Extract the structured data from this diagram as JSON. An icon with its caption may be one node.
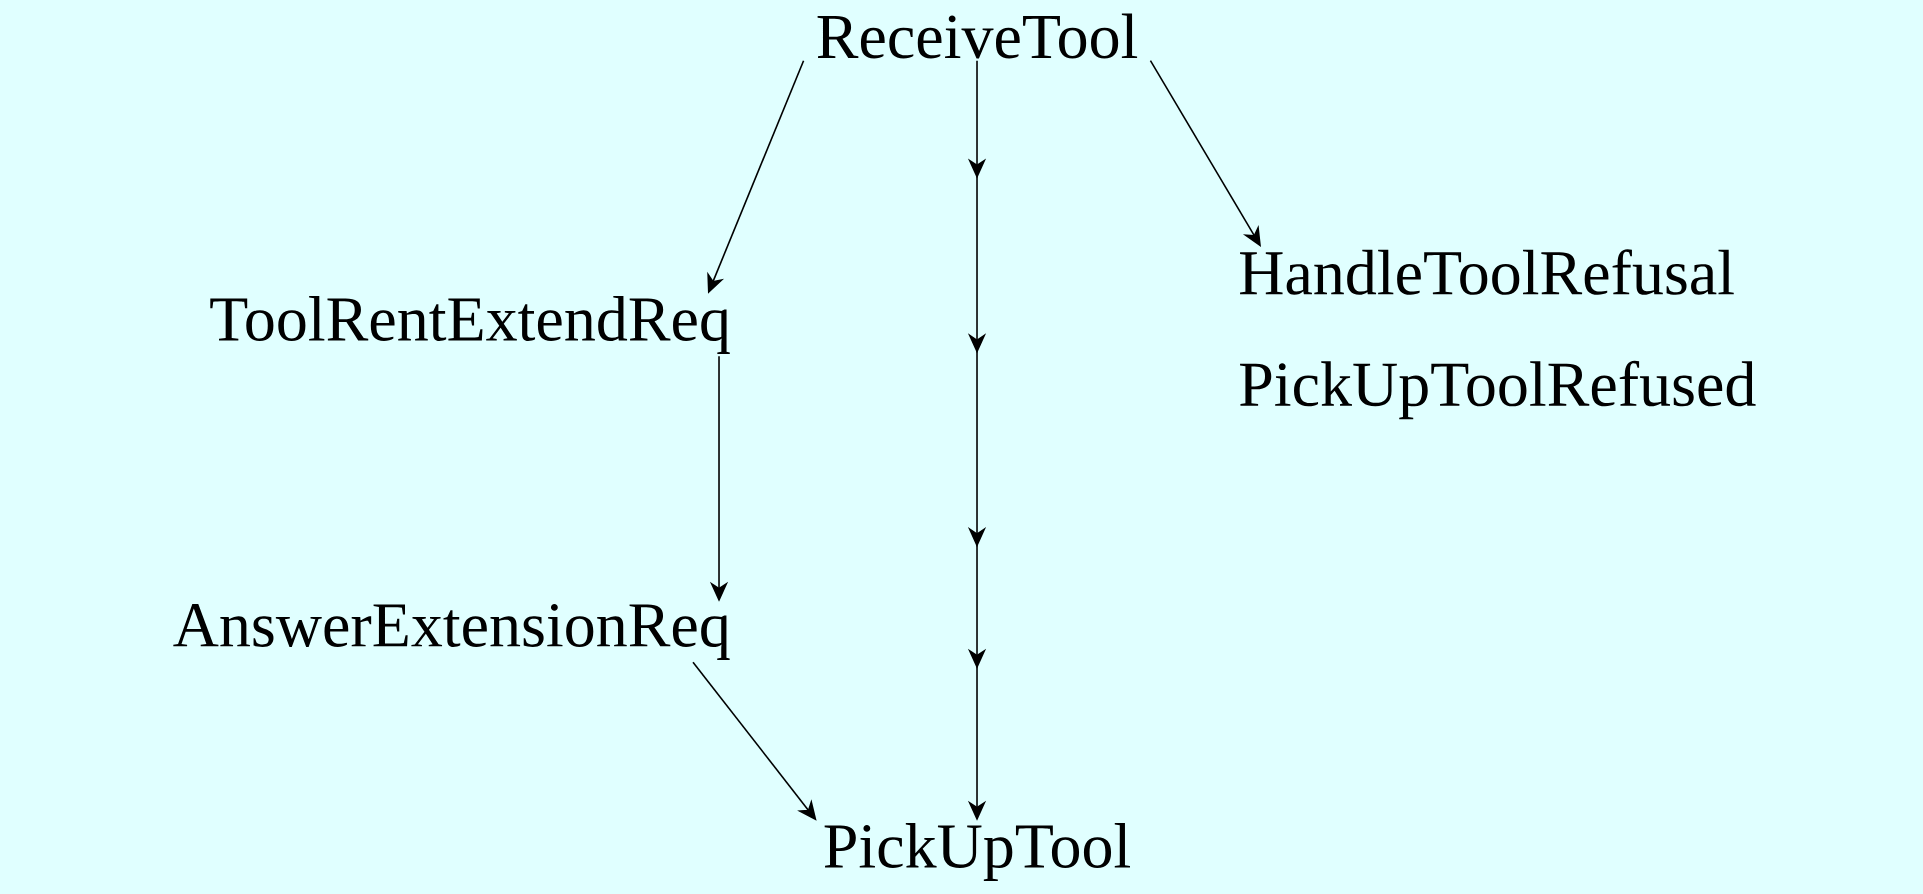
{
  "diagram": {
    "nodes": [
      {
        "text": [
          "ReceiveTool"
        ]
      },
      {
        "text": [
          "ToolRentExtendReq"
        ]
      },
      {
        "text": [
          "HandleToolRefusal"
        ]
      },
      {
        "text": [
          "PickUpToolRefused"
        ]
      },
      {
        "text": [
          "AnswerExtensionReq"
        ]
      },
      {
        "text": [
          "PickUpTool"
        ]
      }
    ],
    "edges": [
      {
        "from": 0,
        "to": 1,
        "arrow": "to"
      },
      {
        "from": 0,
        "to": 5,
        "arrow": "to"
      },
      {
        "from": 0,
        "to": 2,
        "arrow": "to"
      },
      {
        "from": 1,
        "to": 4,
        "arrow": "to"
      },
      {
        "from": 4,
        "to": 5,
        "arrow": "to"
      }
    ]
  }
}
